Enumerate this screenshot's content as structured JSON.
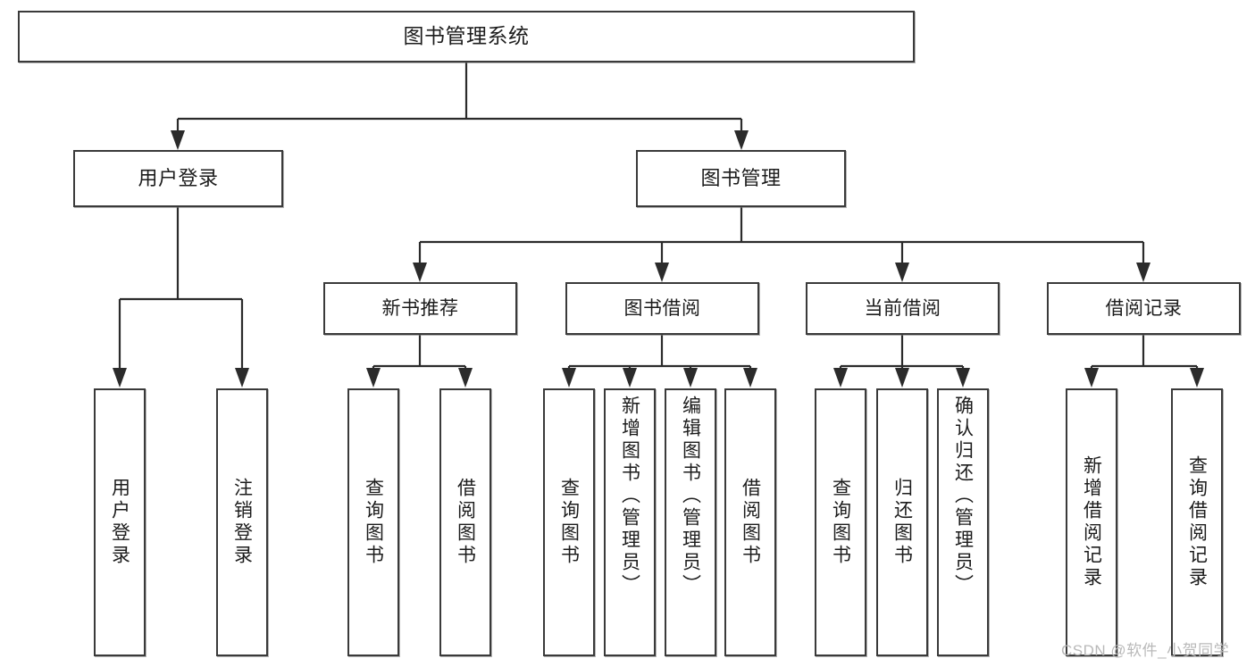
{
  "diagram": {
    "type": "tree-hierarchy",
    "title": "图书管理系统",
    "orientation": "top-down",
    "colors": {
      "box_border": "#3a3a3a",
      "box_fill": "#ffffff",
      "connector": "#2b2b2b",
      "text": "#1c1c1c",
      "watermark": "#b9b9b9"
    },
    "nodes": {
      "root": {
        "label": "图书管理系统"
      },
      "level2": [
        {
          "id": "user-login",
          "label": "用户登录"
        },
        {
          "id": "book-manage",
          "label": "图书管理"
        }
      ],
      "level3": [
        {
          "id": "new-book-rec",
          "label": "新书推荐"
        },
        {
          "id": "book-borrow",
          "label": "图书借阅"
        },
        {
          "id": "current-borrow",
          "label": "当前借阅"
        },
        {
          "id": "borrow-record",
          "label": "借阅记录"
        }
      ],
      "leaves": {
        "user-login": [
          {
            "id": "leaf-user-login",
            "label": "用户登录"
          },
          {
            "id": "leaf-logout",
            "label": "注销登录"
          }
        ],
        "new-book-rec": [
          {
            "id": "leaf-query-book-1",
            "label": "查询图书"
          },
          {
            "id": "leaf-borrow-book-1",
            "label": "借阅图书"
          }
        ],
        "book-borrow": [
          {
            "id": "leaf-query-book-2",
            "label": "查询图书"
          },
          {
            "id": "leaf-add-book",
            "label": "新增图书（管理员）"
          },
          {
            "id": "leaf-edit-book",
            "label": "编辑图书（管理员）"
          },
          {
            "id": "leaf-borrow-book-2",
            "label": "借阅图书"
          }
        ],
        "current-borrow": [
          {
            "id": "leaf-query-book-3",
            "label": "查询图书"
          },
          {
            "id": "leaf-return-book",
            "label": "归还图书"
          },
          {
            "id": "leaf-confirm-return",
            "label": "确认归还（管理员）"
          }
        ],
        "borrow-record": [
          {
            "id": "leaf-add-record",
            "label": "新增借阅记录"
          },
          {
            "id": "leaf-query-record",
            "label": "查询借阅记录"
          }
        ]
      }
    },
    "watermark": "CSDN @软件_小贺同学"
  }
}
